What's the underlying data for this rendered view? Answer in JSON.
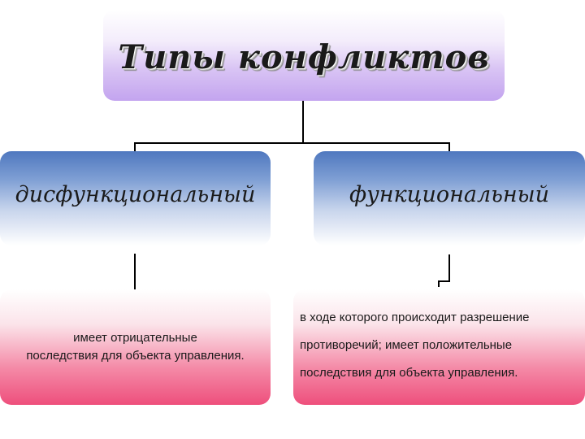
{
  "diagram": {
    "title": "Типы конфликтов",
    "left_type": "дисфункциональный",
    "right_type": "функциональный",
    "left_description_line1": "имеет отрицательные",
    "left_description_line2": "последствия для объекта управления.",
    "right_description_line1": "в ходе которого происходит разрешение",
    "right_description_line2": "противоречий; имеет положительные",
    "right_description_line3": "последствия для объекта управления."
  },
  "colors": {
    "title_gradient_end": "#c3a4ef",
    "blue_gradient_top": "#4f78bf",
    "pink_gradient_bottom": "#ee4f7c"
  }
}
